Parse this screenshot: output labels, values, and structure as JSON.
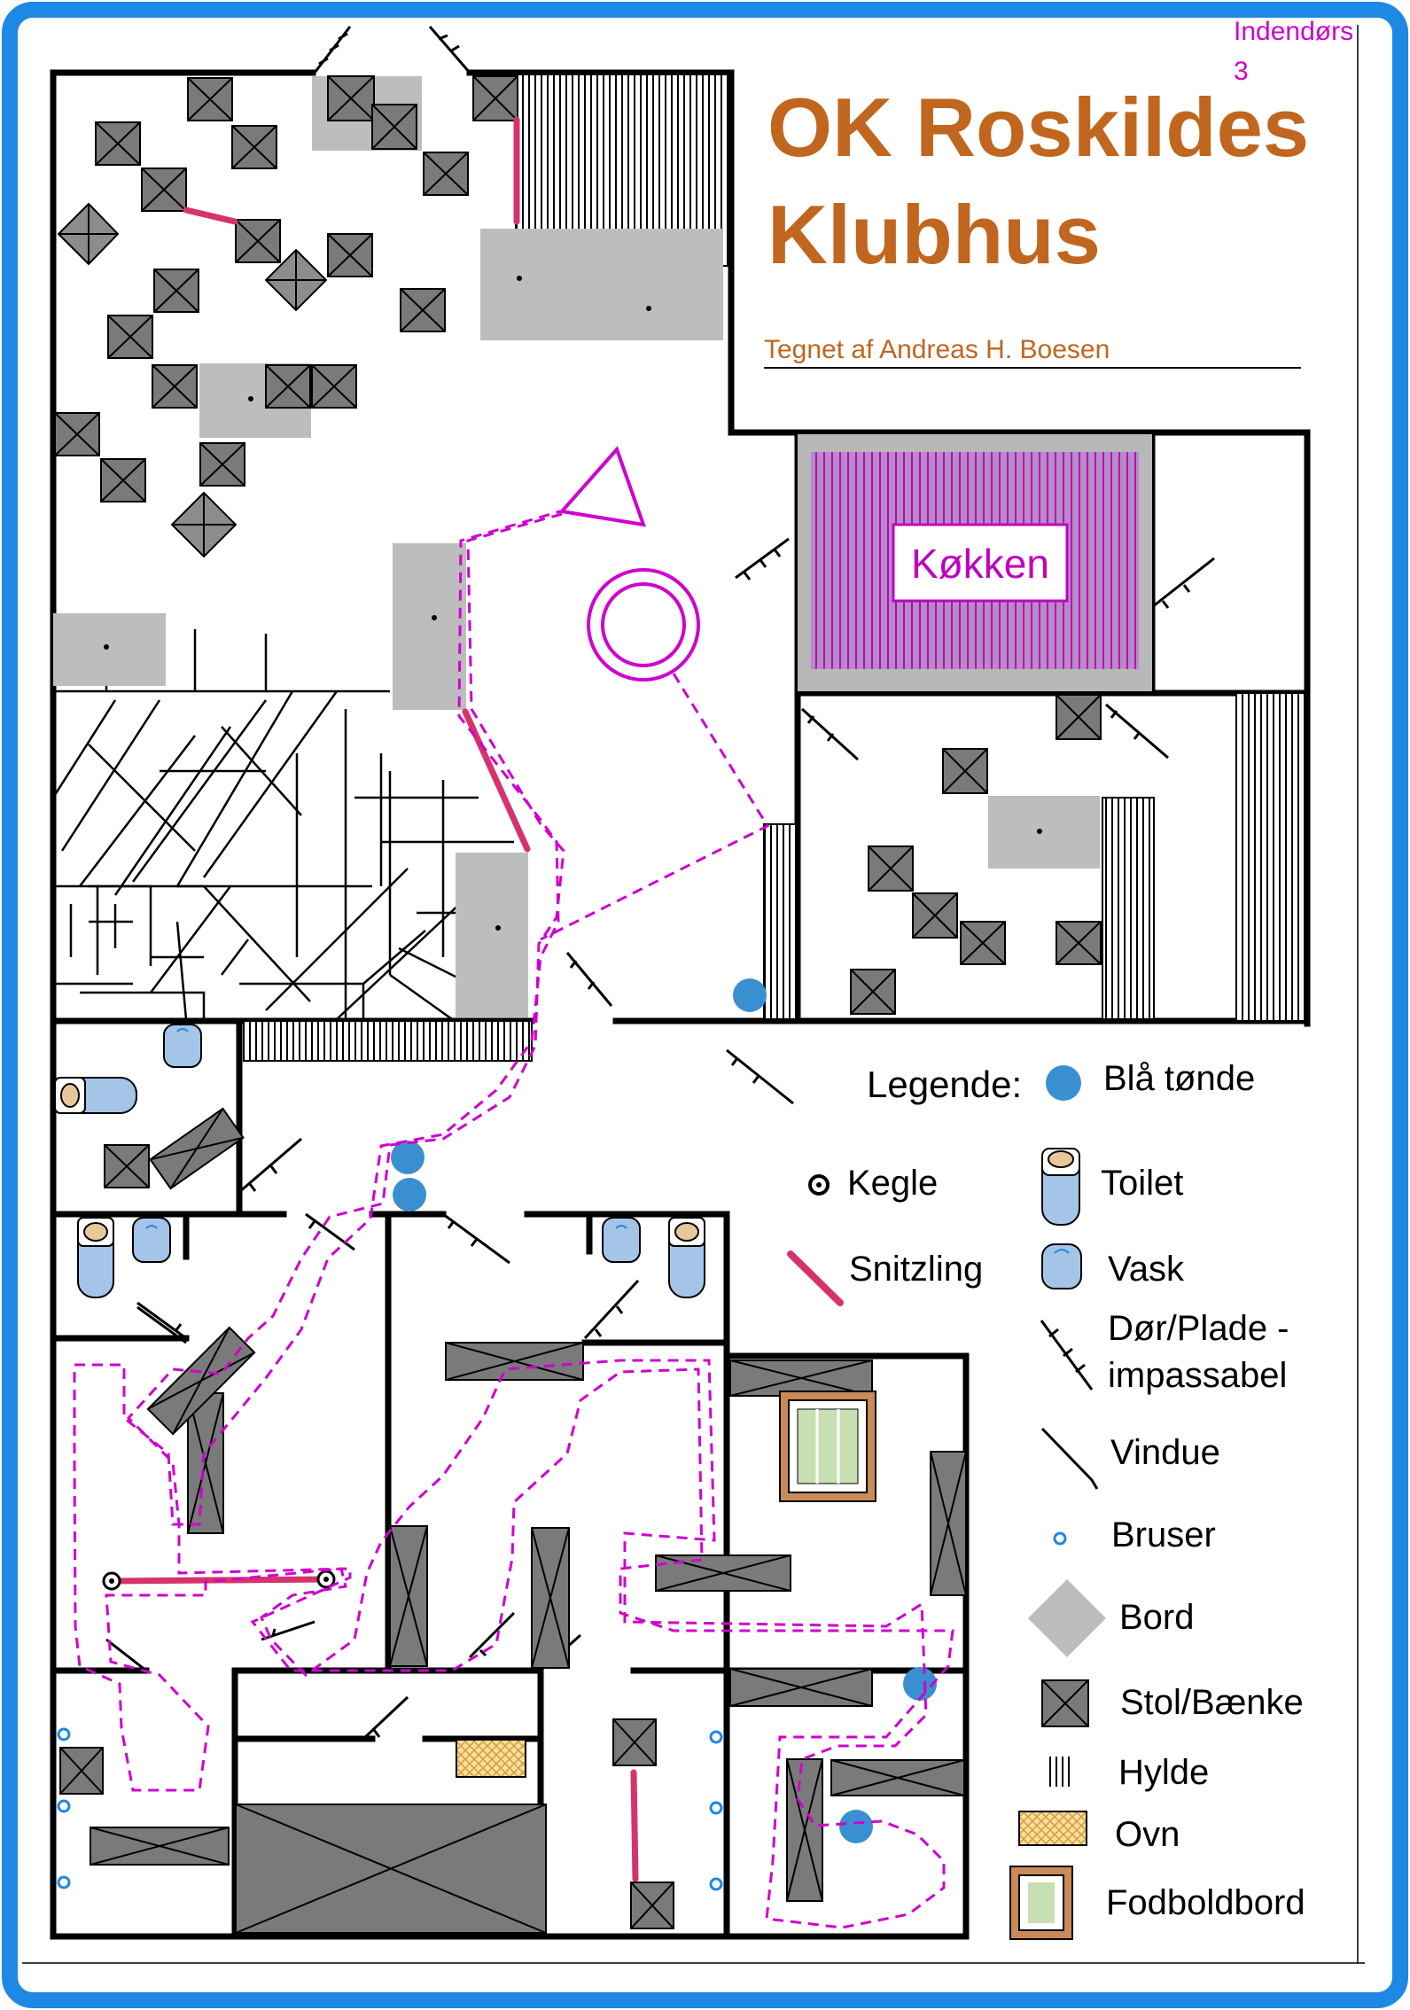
{
  "map": {
    "corner_label_line1": "Indendørs",
    "corner_label_line2": "3",
    "title_line1": "OK Roskildes",
    "title_line2": "Klubhus",
    "subtitle": "Tegnet af Andreas H. Boesen",
    "kitchen_label": "Køkken",
    "colors": {
      "border": "#1e88e5",
      "title": "#c0661f",
      "course": "#d000d0",
      "snitzling": "#d6336c",
      "furniture": "#7a7a7a",
      "table": "#bdbdbd",
      "barrel": "#3a8fd0"
    }
  },
  "legend": {
    "heading": "Legende:",
    "items": [
      {
        "icon": "barrel-icon",
        "label": "Blå tønde"
      },
      {
        "icon": "cone-icon",
        "label": "Kegle"
      },
      {
        "icon": "toilet-icon",
        "label": "Toilet"
      },
      {
        "icon": "snitzling-icon",
        "label": "Snitzling"
      },
      {
        "icon": "sink-icon",
        "label": "Vask"
      },
      {
        "icon": "door-icon",
        "label": "Dør/Plade -"
      },
      {
        "icon": "door-icon",
        "label": "impassabel"
      },
      {
        "icon": "window-icon",
        "label": "Vindue"
      },
      {
        "icon": "shower-icon",
        "label": "Bruser"
      },
      {
        "icon": "table-icon",
        "label": "Bord"
      },
      {
        "icon": "chair-icon",
        "label": "Stol/Bænke"
      },
      {
        "icon": "shelf-icon",
        "label": "Hylde"
      },
      {
        "icon": "oven-icon",
        "label": "Ovn"
      },
      {
        "icon": "foosball-icon",
        "label": "Fodboldbord"
      }
    ]
  }
}
